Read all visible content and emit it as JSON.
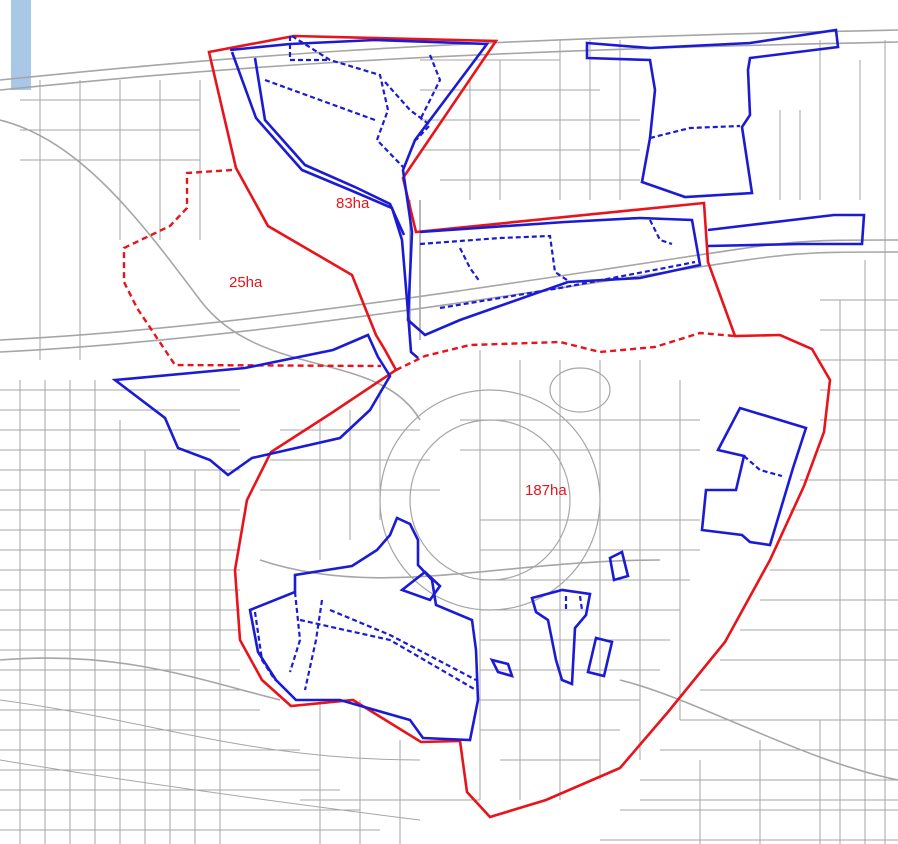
{
  "map": {
    "colors": {
      "background": "#ffffff",
      "streets": "#a6a6a6",
      "water": "#a9c8e8",
      "red_boundary": "#e8141c",
      "blue_boundary": "#1b1bd6"
    },
    "area_labels": {
      "north": "83ha",
      "west": "25ha",
      "center": "187ha"
    }
  }
}
